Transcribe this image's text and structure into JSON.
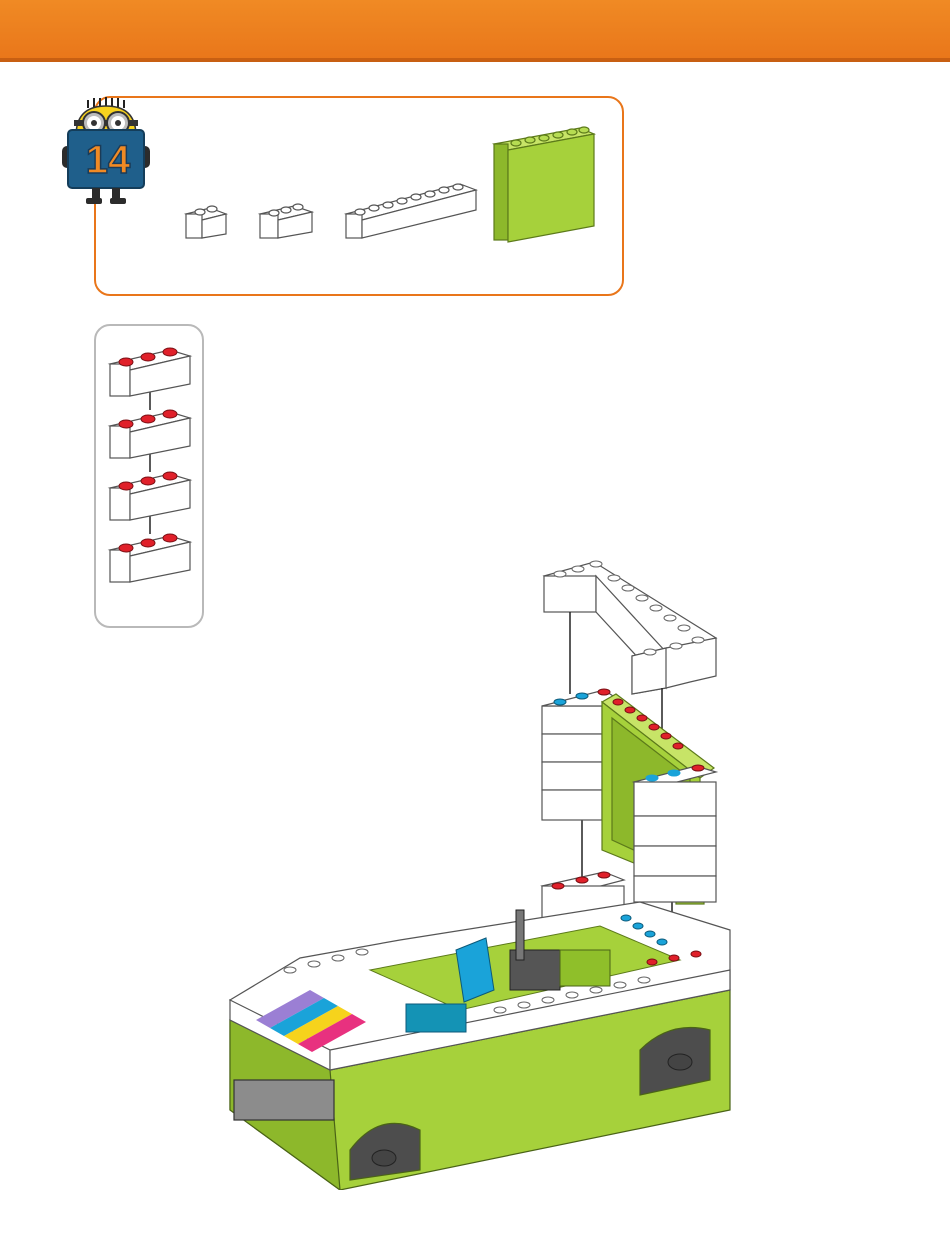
{
  "page": {
    "header_color": "#ee7f1e",
    "accent_color": "#e9761a",
    "part_green": "#a6d13b",
    "stud_red": "#e0202a",
    "stud_blue": "#1aa3d9"
  },
  "step": {
    "number": "14",
    "badge_icon": "minion-step-badge-icon"
  },
  "parts_list": {
    "items": [
      {
        "name": "white-brick-1x2",
        "color": "white"
      },
      {
        "name": "white-brick-1x3",
        "color": "white"
      },
      {
        "name": "white-brick-1x8",
        "color": "white"
      },
      {
        "name": "green-panel-1x6x5",
        "color": "lime green"
      }
    ]
  },
  "sub_assembly": {
    "brick_count": 4,
    "stud_color": "red"
  },
  "main_model": {
    "description_icon": "van-model-icon"
  }
}
